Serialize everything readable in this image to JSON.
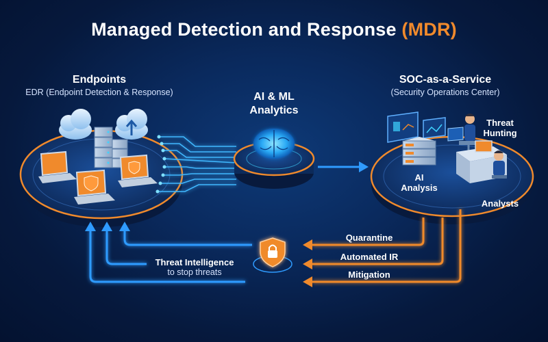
{
  "title": {
    "main": "Managed Detection and Response",
    "acronym": "(MDR)"
  },
  "endpoints": {
    "title": "Endpoints",
    "subtitle": "EDR (Endpoint Detection & Response)"
  },
  "analytics": {
    "title_line1": "AI & ML",
    "title_line2": "Analytics"
  },
  "soc": {
    "title": "SOC-as-a-Service",
    "subtitle": "(Security Operations Center)",
    "threat_hunting_line1": "Threat",
    "threat_hunting_line2": "Hunting",
    "ai_analysis_line1": "AI",
    "ai_analysis_line2": "Analysis",
    "analysts": "Analysts"
  },
  "responses": {
    "quarantine": "Quarantine",
    "automated_ir": "Automated IR",
    "mitigation": "Mitigation"
  },
  "feedback": {
    "line1": "Threat Intelligence",
    "line2": "to stop threats"
  },
  "colors": {
    "accent": "#f08a2c",
    "flow_blue": "#2f9bff",
    "glow_cyan": "#3fd3ff",
    "background": "#0a2a5e"
  },
  "icons": [
    "cloud-icon",
    "cloud-upload-icon",
    "server-icon",
    "laptop-icon",
    "shield-icon",
    "brain-icon",
    "lock-shield-icon",
    "analyst-icon",
    "monitor-icon"
  ]
}
